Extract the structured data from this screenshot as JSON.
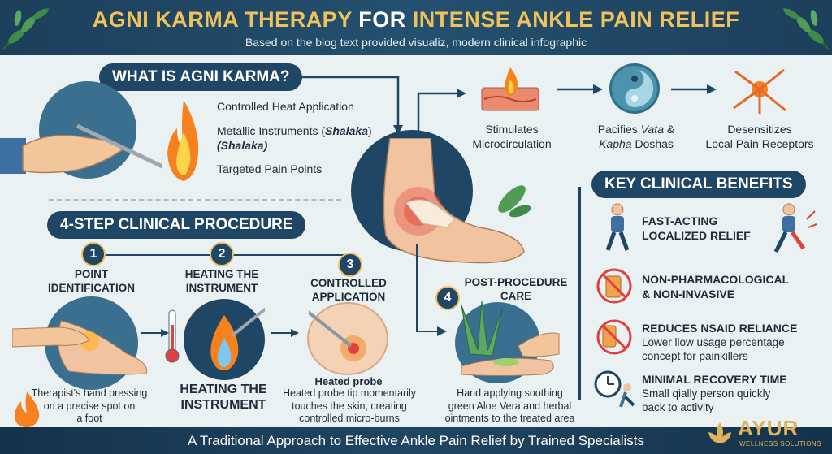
{
  "header": {
    "title_part1": "AGNI KARMA THERAPY",
    "title_part2": "FOR",
    "title_part3": "INTENSE ANKLE PAIN RELIEF",
    "subtitle": "Based on the blog text provided visualiz, modern clinical infographic"
  },
  "what_is": {
    "heading": "WHAT IS AGNI KARMA?",
    "items": [
      "Controlled Heat Application",
      "Metallic Instruments (",
      "Shalaka",
      ")",
      "(Shalaka)",
      "Targeted Pain Points"
    ]
  },
  "effects": [
    {
      "line1": "Stimulates",
      "line2": "Microcirculation"
    },
    {
      "line1": "Pacifies ",
      "line1b": "Vata",
      "line1c": " &",
      "line2a": "Kapha",
      "line2b": " Doshas"
    },
    {
      "line1": "Desensitizes",
      "line2": "Local Pain Receptors"
    }
  ],
  "procedure": {
    "heading": "4-STEP CLINICAL PROCEDURE",
    "steps": [
      {
        "num": "1",
        "title1": "POINT",
        "title2": "IDENTIFICATION",
        "desc1": "Therapist's hand pressing",
        "desc2": "on a precise spot on",
        "desc3": "a foot"
      },
      {
        "num": "2",
        "title1": "HEATING THE",
        "title2": "INSTRUMENT",
        "big1": "HEATING THE",
        "big2": "INSTRUMENT"
      },
      {
        "num": "3",
        "title1": "CONTROLLED",
        "title2": "APPLICATION",
        "sub": "Heated probe",
        "desc1": "Heated probe tip momentarily",
        "desc2": "touches the skin, creating",
        "desc3": "controlled micro-burns"
      },
      {
        "num": "4",
        "title1": "POST-PROCEDURE",
        "title2": "CARE",
        "desc1": "Hand applying soothing",
        "desc2": "green Aloe Vera and herbal",
        "desc3": "ointments to the treated area"
      }
    ]
  },
  "benefits": {
    "heading": "KEY CLINICAL BENEFITS",
    "items": [
      {
        "title1": "FAST-ACTING",
        "title2": "LOCALIZED RELIEF",
        "icon": "running-person-icon"
      },
      {
        "title1": "NON-PHARMACOLOGICAL",
        "title2": "& NON-INVASIVE",
        "icon": "no-pills-icon"
      },
      {
        "title1": "REDUCES NSAID RELIANCE",
        "desc1": "Lower llow usage percentage",
        "desc2": "concept for painkillers",
        "icon": "no-medicine-icon"
      },
      {
        "title1": "MINIMAL RECOVERY TIME",
        "desc1": "Small qially person quickly",
        "desc2": "back to activity",
        "icon": "clock-runner-icon"
      }
    ]
  },
  "footer": {
    "text": "A Traditional Approach to Effective Ankle Pain Relief by Trained Specialists"
  },
  "logo": {
    "name": "AYUR",
    "tagline": "WELLNESS SOLUTIONS"
  },
  "colors": {
    "navy": "#1f4664",
    "gold": "#f1c15a",
    "flame": "#f5811f",
    "background": "#eaf1f3"
  }
}
